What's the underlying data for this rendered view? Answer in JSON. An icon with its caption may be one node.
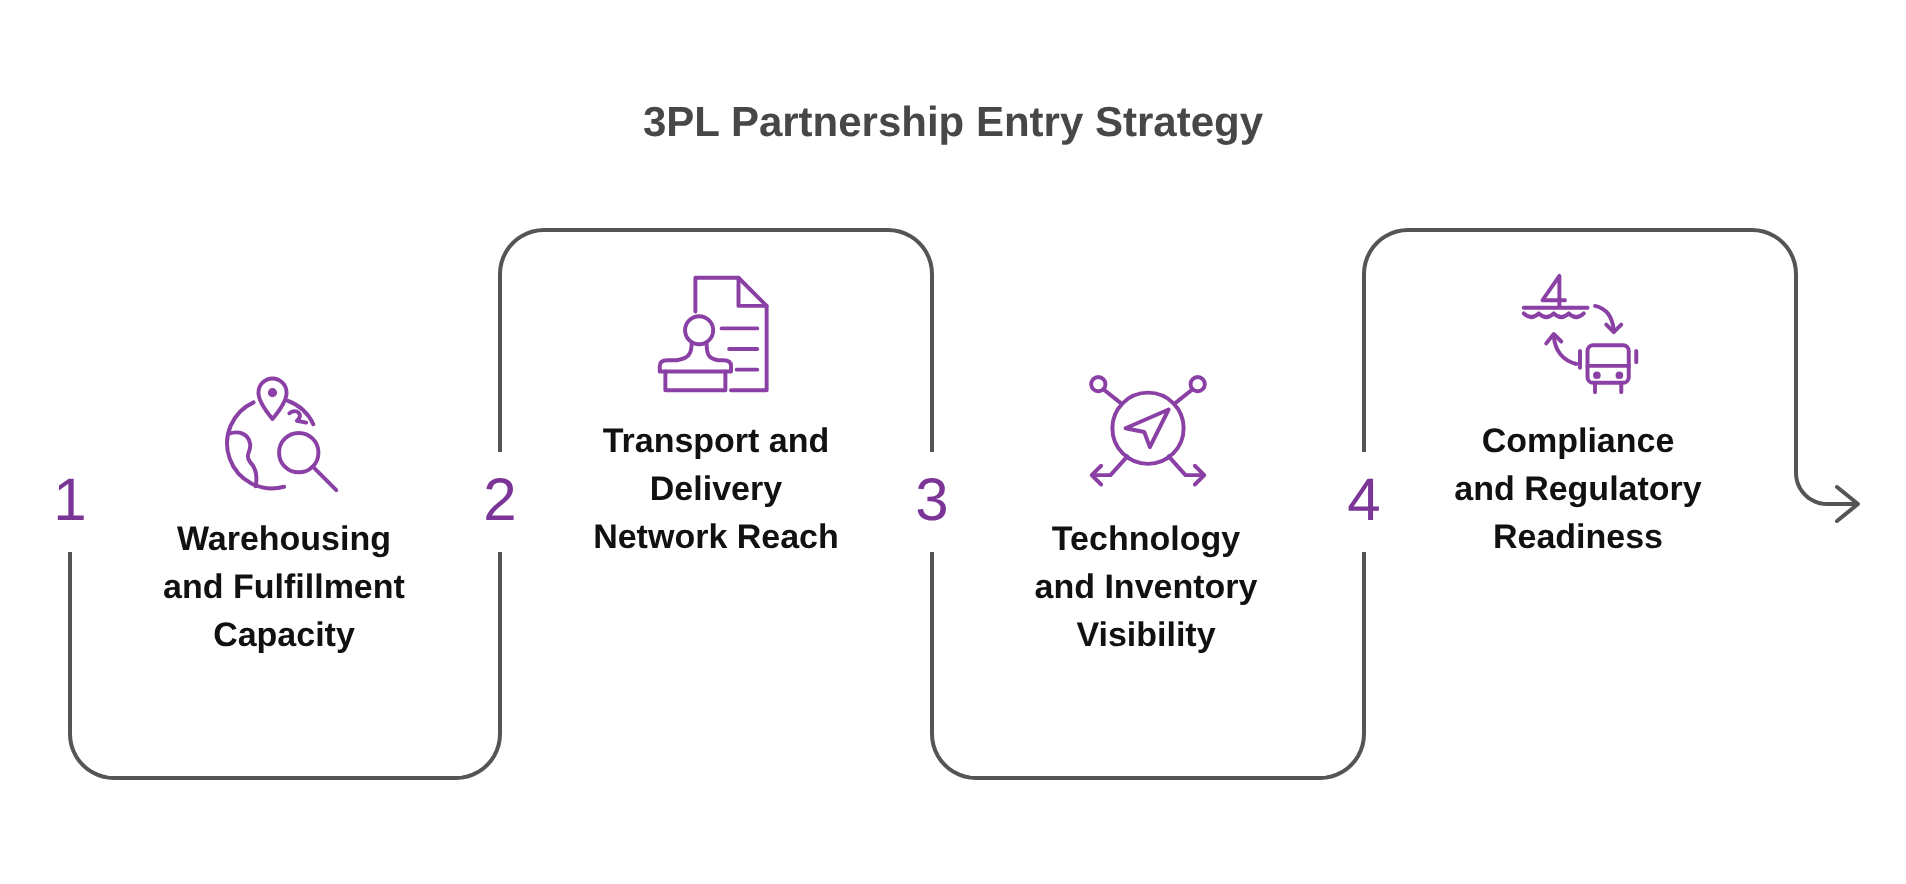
{
  "diagram": {
    "title": "3PL Partnership Entry Strategy",
    "nodes": [
      {
        "text": [
          "1"
        ]
      },
      {
        "text": [
          "2"
        ]
      },
      {
        "text": [
          "3"
        ]
      },
      {
        "text": [
          "4"
        ]
      }
    ],
    "edges": [
      {
        "from": 0,
        "to": 1,
        "arrow": "none"
      },
      {
        "from": 1,
        "to": 2,
        "arrow": "none"
      },
      {
        "from": 2,
        "to": 3,
        "arrow": "none"
      },
      {
        "from": 3,
        "to": null,
        "arrow": "to"
      }
    ],
    "labels": [
      "Warehousing and Fulfillment Capacity",
      "Transport and Delivery Network Reach",
      "Technology and Inventory Visibility",
      "Compliance and Regulatory Readiness"
    ]
  }
}
